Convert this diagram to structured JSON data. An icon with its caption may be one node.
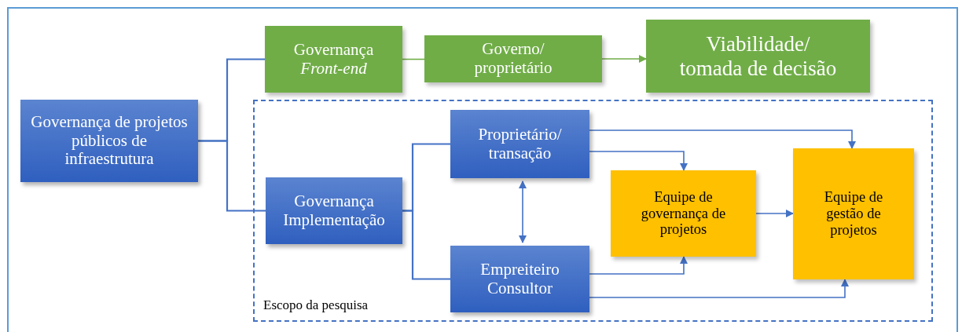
{
  "diagram": {
    "nodes": [
      {
        "text": [
          "Governança de projetos públicos de infraestrutura"
        ]
      },
      {
        "text": [
          "Governança *Front-end*"
        ]
      },
      {
        "text": [
          "Governo/ proprietário"
        ]
      },
      {
        "text": [
          "Viabilidade/ tomada de decisão"
        ]
      },
      {
        "text": [
          "Escopo da pesquisa"
        ]
      },
      {
        "text": [
          "Governança Implementação"
        ],
        "in": 4
      },
      {
        "text": [
          "Proprietário/ transação"
        ],
        "in": 4
      },
      {
        "text": [
          "Empreiteiro Consultor"
        ],
        "in": 4
      },
      {
        "text": [
          "Equipe de governança de projetos"
        ],
        "in": 4
      },
      {
        "text": [
          "Equipe de gestão de projetos"
        ],
        "in": 4
      }
    ],
    "edges": [
      {
        "from": 0,
        "to": 1,
        "arrow": "none"
      },
      {
        "from": 0,
        "to": 5,
        "arrow": "none"
      },
      {
        "from": 1,
        "to": 2,
        "arrow": "none",
        "color": "#70ad47"
      },
      {
        "from": 2,
        "to": 3,
        "arrow": "to",
        "color": "#70ad47"
      },
      {
        "from": 5,
        "to": 6,
        "arrow": "none"
      },
      {
        "from": 5,
        "to": 7,
        "arrow": "none"
      },
      {
        "from": 6,
        "to": 7,
        "arrow": "both"
      },
      {
        "from": 6,
        "to": 9,
        "arrow": "to"
      },
      {
        "from": 6,
        "to": 8,
        "arrow": "to"
      },
      {
        "from": 7,
        "to": 8,
        "arrow": "to"
      },
      {
        "from": 7,
        "to": 9,
        "arrow": "to"
      },
      {
        "from": 8,
        "to": 9,
        "arrow": "to"
      }
    ]
  }
}
